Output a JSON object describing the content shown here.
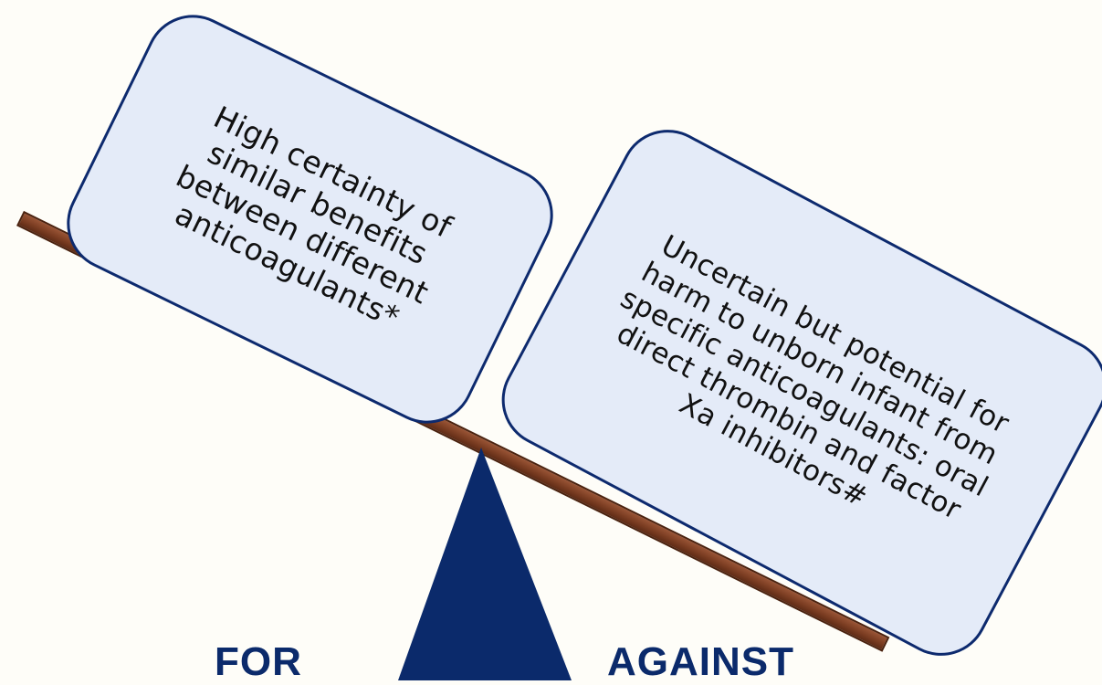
{
  "left_box": {
    "text": "High certainty of similar benefits between different anticoagulants*"
  },
  "right_box": {
    "text": "Uncertain but potential for harm to unborn infant from specific anticoagulants: oral direct thrombin and factor Xa inhibitors#"
  },
  "labels": {
    "for": "FOR",
    "against": "AGAINST"
  },
  "colors": {
    "navy": "#0b2a6b",
    "box_fill": "#e4ebf8",
    "beam": "#7b3d22"
  }
}
